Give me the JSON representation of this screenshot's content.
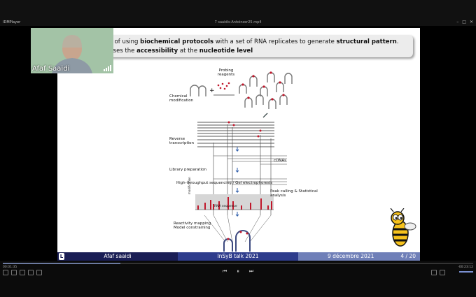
{
  "window": {
    "app_name": "IDMPlayer",
    "file_name": "7 saaidis-Antoinzer25.mp4",
    "controls": [
      "–",
      "□",
      "✕"
    ]
  },
  "slide": {
    "note_line1_pre": "ss of using ",
    "note_line1_b1": "biochemical protocols",
    "note_line1_mid": " with a set of RNA replicates to generate ",
    "note_line1_b2": "structural pattern",
    "note_line1_end": ".",
    "note_line2_pre": "esses the ",
    "note_line2_b1": "accessibility",
    "note_line2_mid": " at the ",
    "note_line2_b2": "nucleotide level",
    "diagram": {
      "probing_reagents": "Probing reagents",
      "chemical_modification": "Chemical modification",
      "reverse_transcription": "Reverse transcription",
      "cdnas": "cDNAs",
      "library_preparation": "Library preparation",
      "sequencing": "High-throughput sequencing / Gel electrophoresis",
      "peak_calling": "Peak calling & Statistical analysis",
      "modification": "modification",
      "rna_sequence": "RNA sequence",
      "reactivity": "Reactivity mapping Model constraining"
    },
    "footer": {
      "author": "Afaf saaidi",
      "event": "InSyB talk 2021",
      "date": "9 décembre 2021",
      "page": "4 / 20"
    }
  },
  "participant": {
    "name": "Afaf  Saaidi"
  },
  "player": {
    "elapsed": "00:01:35",
    "remaining": "-00:23:12",
    "progress": 0.25
  }
}
